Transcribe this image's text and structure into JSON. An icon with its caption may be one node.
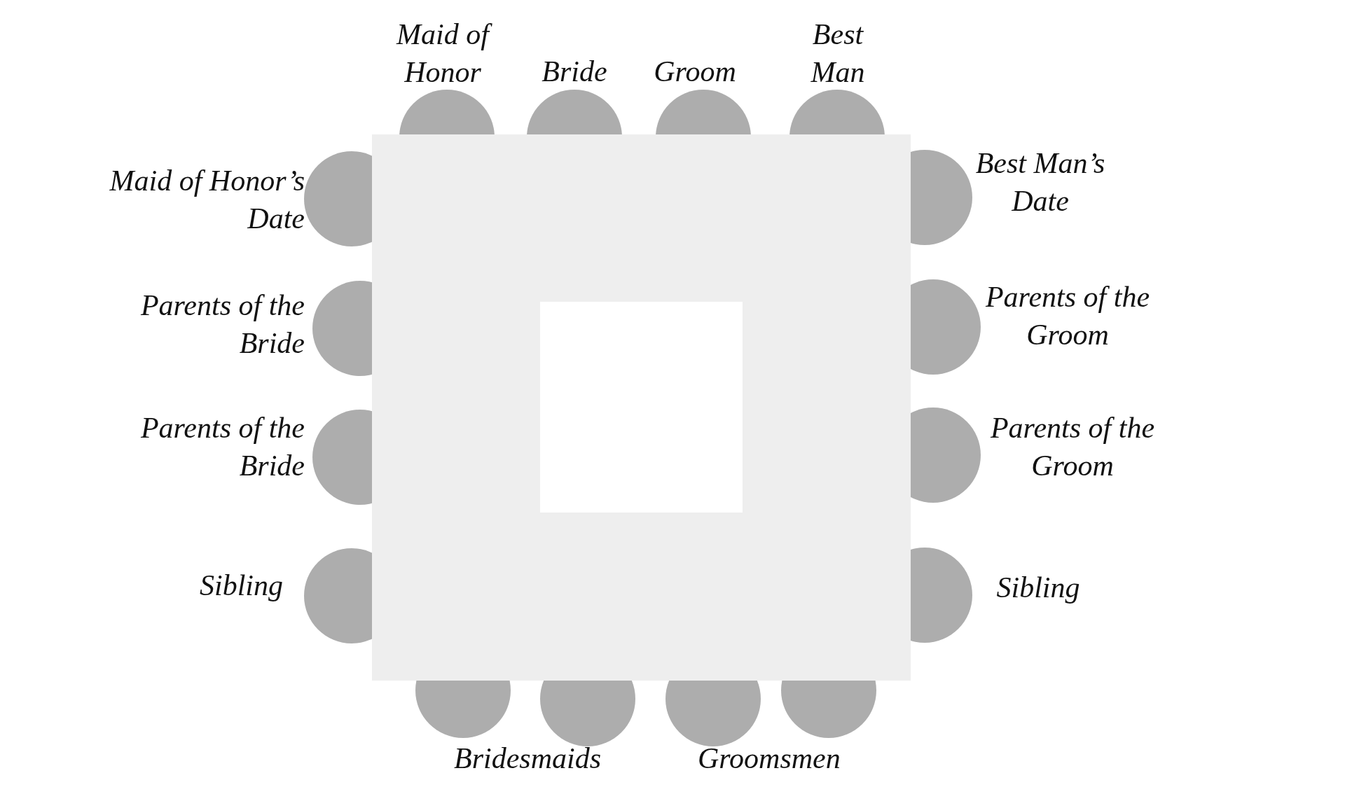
{
  "diagram": {
    "nodes": [
      {
        "text": [],
        "shape": "circle",
        "beside": [
          "Maid of Honor"
        ]
      },
      {
        "text": [],
        "shape": "circle",
        "beside": [
          "Bride"
        ]
      },
      {
        "text": [],
        "shape": "circle",
        "beside": [
          "Groom"
        ]
      },
      {
        "text": [],
        "shape": "circle",
        "beside": [
          "Best Man"
        ]
      },
      {
        "text": [],
        "shape": "circle",
        "beside": [
          "Maid of Honor’s Date"
        ]
      },
      {
        "text": [],
        "shape": "circle",
        "beside": [
          "Best Man’s Date"
        ]
      },
      {
        "text": [],
        "shape": "circle",
        "beside": [
          "Parents of the Bride"
        ]
      },
      {
        "text": [],
        "shape": "circle",
        "beside": [
          "Parents of the Groom"
        ]
      },
      {
        "text": [],
        "shape": "circle",
        "beside": [
          "Parents of the Bride"
        ]
      },
      {
        "text": [],
        "shape": "circle",
        "beside": [
          "Parents of the Groom"
        ]
      },
      {
        "text": [],
        "shape": "circle",
        "beside": [
          "Sibling"
        ]
      },
      {
        "text": [],
        "shape": "circle",
        "beside": [
          "Sibling"
        ]
      },
      {
        "text": [],
        "shape": "circle"
      },
      {
        "text": [],
        "shape": "circle"
      },
      {
        "text": [],
        "shape": "circle"
      },
      {
        "text": [],
        "shape": "circle"
      }
    ],
    "labels": [
      "Bridesmaids",
      "Groomsmen"
    ]
  }
}
